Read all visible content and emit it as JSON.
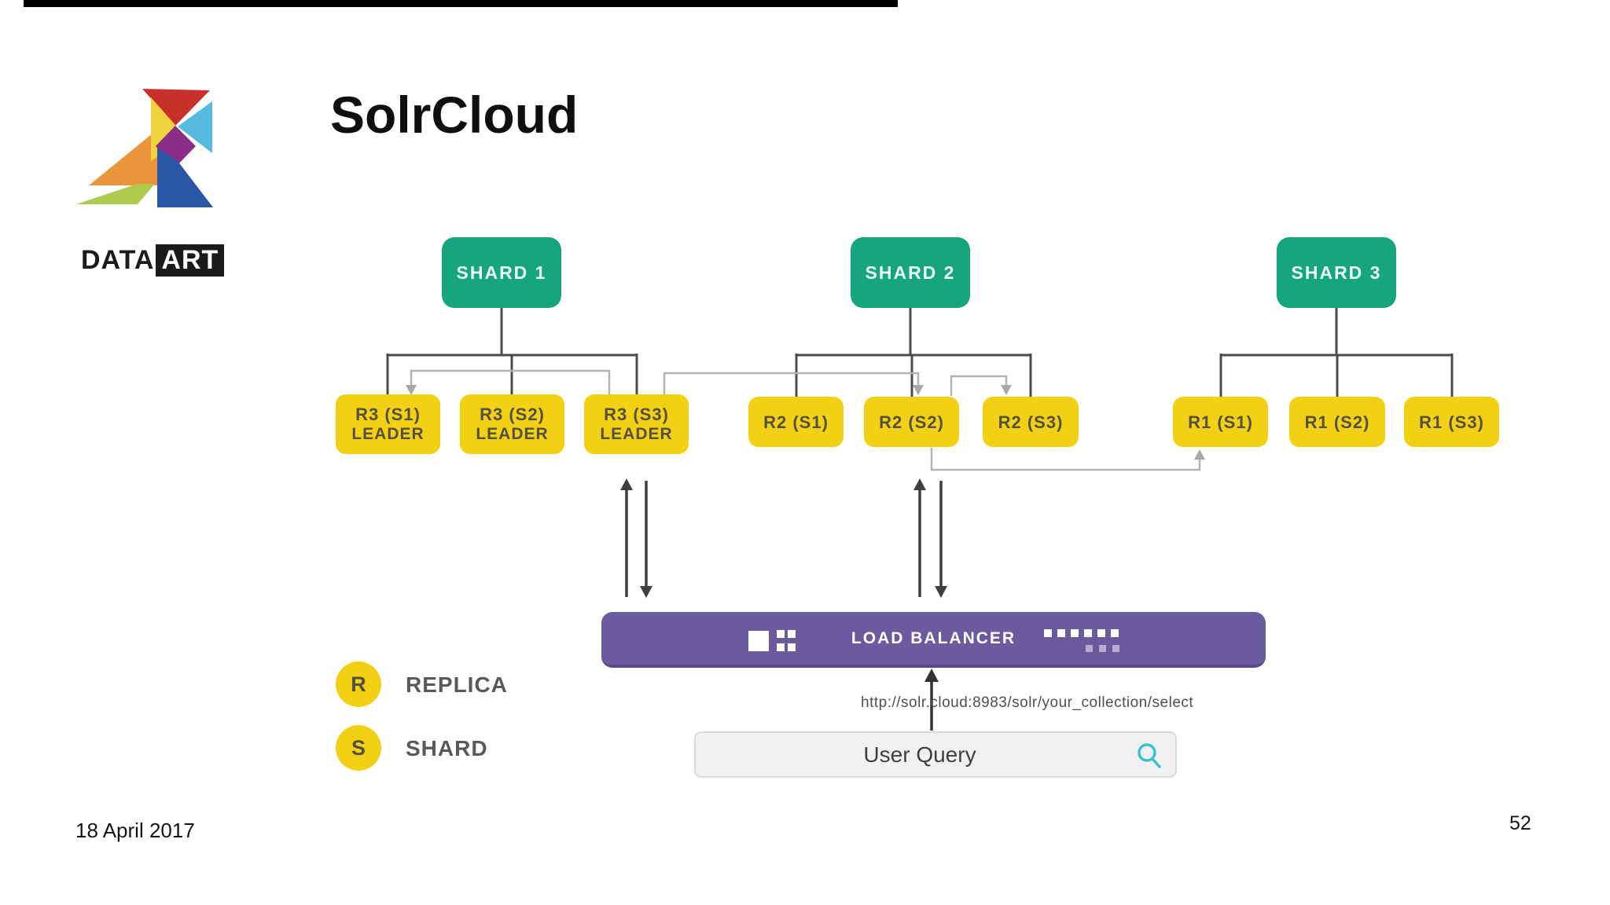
{
  "slide": {
    "title": "SolrCloud",
    "date": "18 April 2017",
    "page_number": "52"
  },
  "logo": {
    "data_label": "DATA",
    "art_label": "ART"
  },
  "diagram": {
    "shards": [
      {
        "label": "SHARD 1"
      },
      {
        "label": "SHARD 2"
      },
      {
        "label": "SHARD 3"
      }
    ],
    "replicas": [
      {
        "label": "R3 (S1)",
        "sublabel": "LEADER"
      },
      {
        "label": "R3 (S2)",
        "sublabel": "LEADER"
      },
      {
        "label": "R3 (S3)",
        "sublabel": "LEADER"
      },
      {
        "label": "R2 (S1)",
        "sublabel": ""
      },
      {
        "label": "R2 (S2)",
        "sublabel": ""
      },
      {
        "label": "R2 (S3)",
        "sublabel": ""
      },
      {
        "label": "R1 (S1)",
        "sublabel": ""
      },
      {
        "label": "R1 (S2)",
        "sublabel": ""
      },
      {
        "label": "R1 (S3)",
        "sublabel": ""
      }
    ],
    "load_balancer": {
      "label": "LOAD BALANCER"
    },
    "request_url": "http://solr.cloud:8983/solr/your_collection/select",
    "user_query": {
      "label": "User Query",
      "icon": "magnifier"
    }
  },
  "legend": {
    "items": [
      {
        "symbol": "R",
        "label": "REPLICA"
      },
      {
        "symbol": "S",
        "label": "SHARD"
      }
    ]
  },
  "colors": {
    "shard_green": "#17A57D",
    "replica_yellow": "#F2D013",
    "load_balancer_purple": "#6A5B9F",
    "search_icon_teal": "#3CC0CD"
  }
}
